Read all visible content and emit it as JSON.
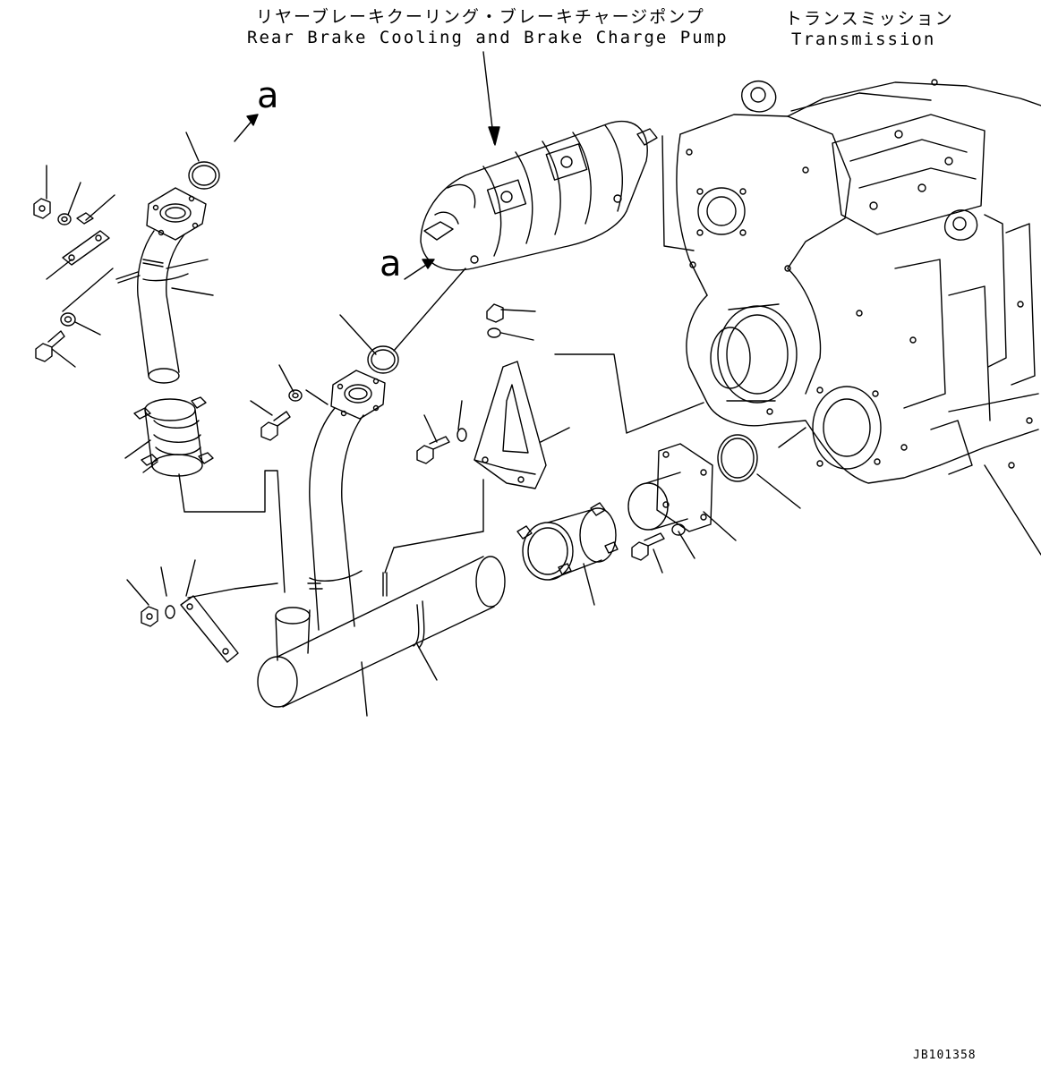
{
  "labels": {
    "pump_jp": "リヤーブレーキクーリング・ブレーキチャージポンプ",
    "pump_en": "Rear Brake Cooling and Brake Charge Pump",
    "transmission_jp": "トランスミッション",
    "transmission_en": "Transmission",
    "callout_a_top": "a",
    "callout_a_mid": "a",
    "figure_code": "JB101358"
  }
}
